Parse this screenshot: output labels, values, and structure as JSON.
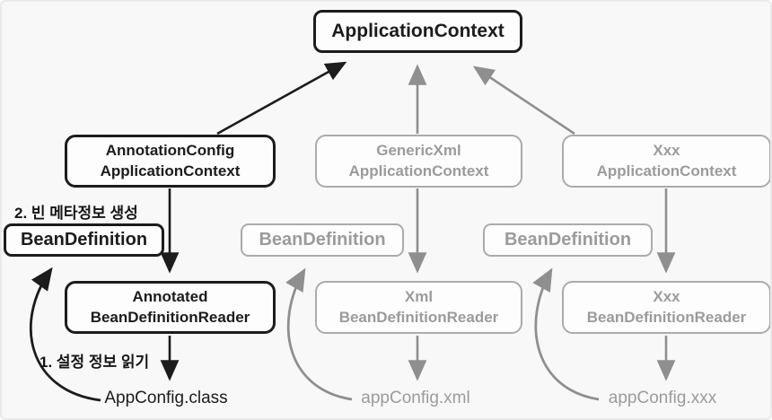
{
  "root_node": {
    "label": "ApplicationContext"
  },
  "columns": [
    {
      "context": {
        "line1": "AnnotationConfig",
        "line2": "ApplicationContext"
      },
      "bean_definition": "BeanDefinition",
      "reader": {
        "line1": "Annotated",
        "line2": "BeanDefinitionReader"
      },
      "config_source": "AppConfig.class"
    },
    {
      "context": {
        "line1": "GenericXml",
        "line2": "ApplicationContext"
      },
      "bean_definition": "BeanDefinition",
      "reader": {
        "line1": "Xml",
        "line2": "BeanDefinitionReader"
      },
      "config_source": "appConfig.xml"
    },
    {
      "context": {
        "line1": "Xxx",
        "line2": "ApplicationContext"
      },
      "bean_definition": "BeanDefinition",
      "reader": {
        "line1": "Xxx",
        "line2": "BeanDefinitionReader"
      },
      "config_source": "appConfig.xxx"
    }
  ],
  "annotations": {
    "step2": "2. 빈 메타정보 생성",
    "step1": "1. 설정 정보 읽기"
  },
  "colors": {
    "primary": "#1c1c1c",
    "secondary": "#8f8f8f",
    "background": "#f8f8f8"
  }
}
